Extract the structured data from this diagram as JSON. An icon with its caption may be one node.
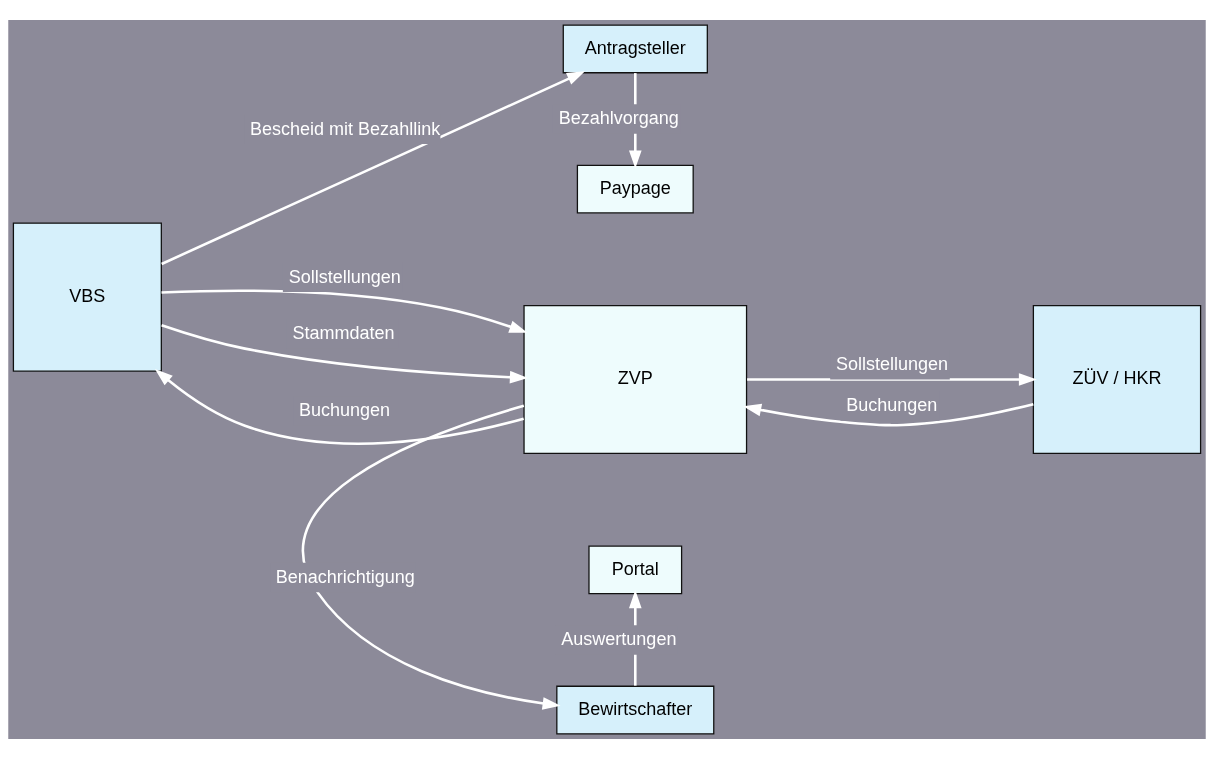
{
  "diagram": {
    "nodes": [
      {
        "text": [
          "Antragsteller"
        ]
      },
      {
        "text": [
          "VBS"
        ]
      },
      {
        "text": [
          "ZVP"
        ]
      },
      {
        "text": [
          "Paypage"
        ]
      },
      {
        "text": [
          "Portal"
        ]
      },
      {
        "text": [
          "ZÜV / HKR"
        ]
      },
      {
        "text": [
          "Bewirtschafter"
        ]
      }
    ],
    "edges": [
      {
        "from": 1,
        "to": 0,
        "arrow": "to",
        "label": "Bescheid mit Bezahllink"
      },
      {
        "from": 0,
        "to": 3,
        "arrow": "to",
        "label": "Bezahlvorgang"
      },
      {
        "from": 1,
        "to": 2,
        "arrow": "to",
        "label": "Sollstellungen"
      },
      {
        "from": 2,
        "to": 1,
        "arrow": "to",
        "label": "Buchungen"
      },
      {
        "from": 1,
        "to": 2,
        "arrow": "to",
        "label": "Stammdaten"
      },
      {
        "from": 2,
        "to": 5,
        "arrow": "to",
        "label": "Sollstellungen"
      },
      {
        "from": 5,
        "to": 2,
        "arrow": "to",
        "label": "Buchungen"
      },
      {
        "from": 2,
        "to": 6,
        "arrow": "to",
        "label": "Benachrichtigung"
      },
      {
        "from": 6,
        "to": 4,
        "arrow": "to",
        "label": "Auswertungen"
      }
    ]
  }
}
